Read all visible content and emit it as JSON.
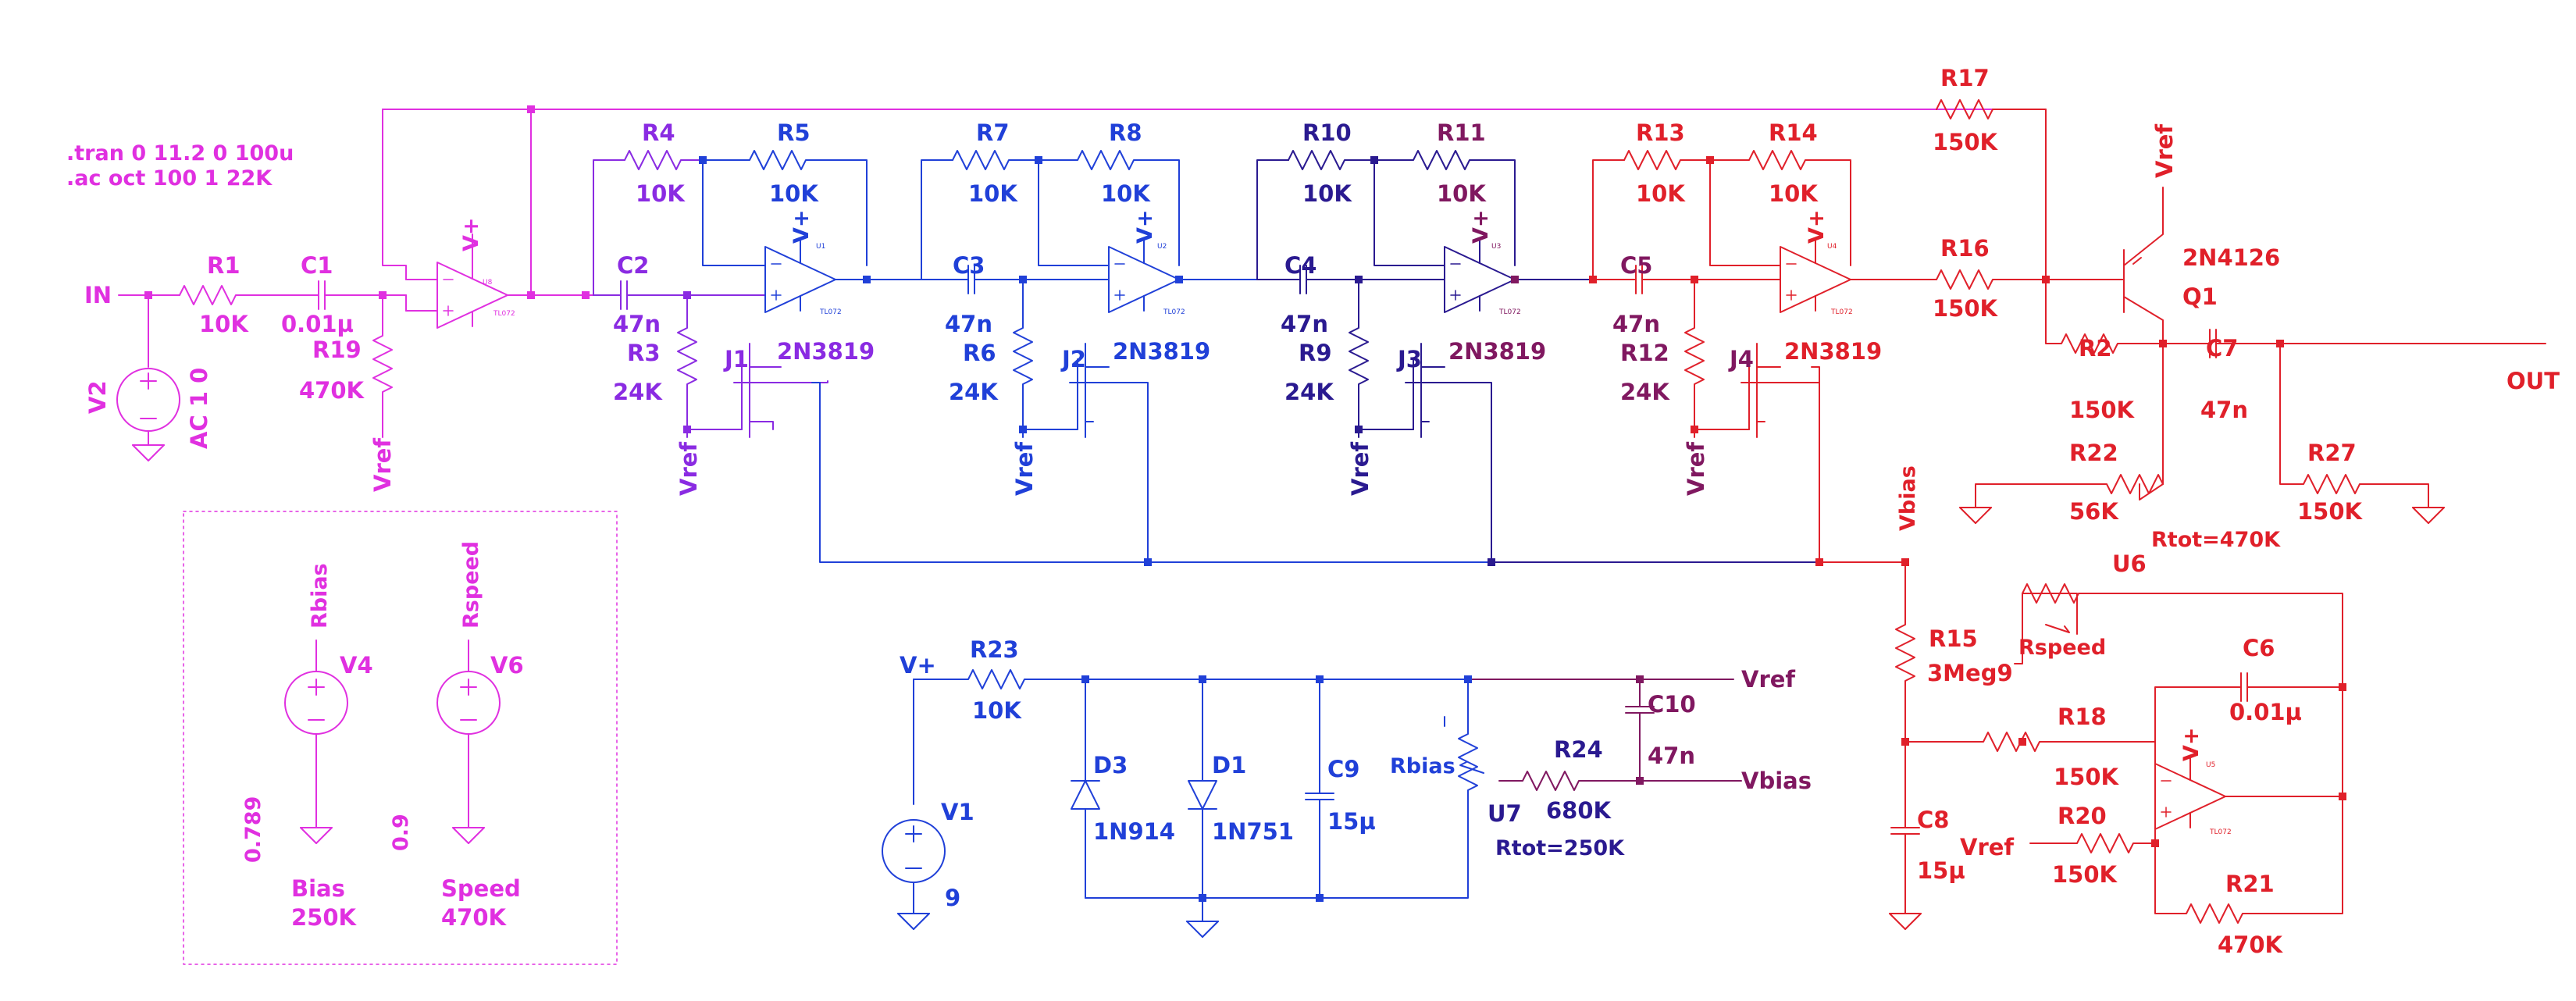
{
  "directives": [
    ".tran 0 11.2 0 100u",
    ".ac oct 100 1 22K"
  ],
  "colors": {
    "magenta": "#e030e0",
    "violet": "#8a2be2",
    "blue": "#2040d8",
    "indigo": "#2a1a90",
    "plum": "#801860",
    "red": "#e0202a",
    "rose": "#c81a40"
  },
  "nets": {
    "in": "IN",
    "out": "OUT",
    "vref": "Vref",
    "vbias": "Vbias",
    "vplus": "V+",
    "rbias": "Rbias",
    "rspeed": "Rspeed"
  },
  "input": {
    "r1": {
      "ref": "R1",
      "value": "10K"
    },
    "c1": {
      "ref": "C1",
      "value": "0.01µ"
    },
    "r19": {
      "ref": "R19",
      "value": "470K"
    },
    "v2": {
      "ref": "V2",
      "value": "AC 1 0"
    },
    "opamp": {
      "supply": "V+",
      "ref": "U8",
      "model": "TL072"
    }
  },
  "stages": [
    {
      "ra": {
        "ref": "R4",
        "value": "10K"
      },
      "rb": {
        "ref": "R5",
        "value": "10K"
      },
      "c": {
        "ref": "C2",
        "value": "47n"
      },
      "rg": {
        "ref": "R3",
        "value": "24K"
      },
      "jfet": {
        "ref": "J1",
        "model": "2N3819"
      },
      "opamp": {
        "supply": "V+",
        "ref": "U1",
        "model": "TL072"
      }
    },
    {
      "ra": {
        "ref": "R7",
        "value": "10K"
      },
      "rb": {
        "ref": "R8",
        "value": "10K"
      },
      "c": {
        "ref": "C3",
        "value": "47n"
      },
      "rg": {
        "ref": "R6",
        "value": "24K"
      },
      "jfet": {
        "ref": "J2",
        "model": "2N3819"
      },
      "opamp": {
        "supply": "V+",
        "ref": "U2",
        "model": "TL072"
      }
    },
    {
      "ra": {
        "ref": "R10",
        "value": "10K"
      },
      "rb": {
        "ref": "R11",
        "value": "10K"
      },
      "c": {
        "ref": "C4",
        "value": "47n"
      },
      "rg": {
        "ref": "R9",
        "value": "24K"
      },
      "jfet": {
        "ref": "J3",
        "model": "2N3819"
      },
      "opamp": {
        "supply": "V+",
        "ref": "U3",
        "model": "TL072"
      }
    },
    {
      "ra": {
        "ref": "R13",
        "value": "10K"
      },
      "rb": {
        "ref": "R14",
        "value": "10K"
      },
      "c": {
        "ref": "C5",
        "value": "47n"
      },
      "rg": {
        "ref": "R12",
        "value": "24K"
      },
      "jfet": {
        "ref": "J4",
        "model": "2N3819"
      },
      "opamp": {
        "supply": "V+",
        "ref": "U4",
        "model": "TL072"
      }
    }
  ],
  "output": {
    "r17": {
      "ref": "R17",
      "value": "150K"
    },
    "r16": {
      "ref": "R16",
      "value": "150K"
    },
    "q1": {
      "ref": "Q1",
      "model": "2N4126"
    },
    "r2": {
      "ref": "R2",
      "value": "150K"
    },
    "c7": {
      "ref": "C7",
      "value": "47n"
    },
    "r22": {
      "ref": "R22",
      "value": "56K"
    },
    "r27": {
      "ref": "R27",
      "value": "150K"
    }
  },
  "lfo": {
    "r15": {
      "ref": "R15",
      "value": "3Meg9"
    },
    "u6": {
      "ref": "U6",
      "rtot": "Rtot=470K",
      "wiper": "Rspeed"
    },
    "c6": {
      "ref": "C6",
      "value": "0.01µ"
    },
    "r18": {
      "ref": "R18",
      "value": "150K"
    },
    "r20": {
      "ref": "R20",
      "value": "150K"
    },
    "r21": {
      "ref": "R21",
      "value": "470K"
    },
    "c8": {
      "ref": "C8",
      "value": "15µ"
    },
    "opamp": {
      "supply": "V+",
      "ref": "U5",
      "model": "TL072"
    }
  },
  "supply": {
    "r23": {
      "ref": "R23",
      "value": "10K"
    },
    "d3": {
      "ref": "D3",
      "model": "1N914"
    },
    "d1": {
      "ref": "D1",
      "model": "1N751"
    },
    "c9": {
      "ref": "C9",
      "value": "15µ"
    },
    "u7": {
      "ref": "U7",
      "rtot": "Rtot=250K",
      "wiper": "Rbias"
    },
    "r24": {
      "ref": "R24",
      "value": "680K"
    },
    "c10": {
      "ref": "C10",
      "value": "47n"
    },
    "v1": {
      "ref": "V1",
      "value": "9"
    }
  },
  "controls": {
    "v4": {
      "ref": "V4",
      "net": "Rbias",
      "value": "0.789",
      "label": "Bias",
      "range": "250K"
    },
    "v6": {
      "ref": "V6",
      "net": "Rspeed",
      "value": "0.9",
      "label": "Speed",
      "range": "470K"
    }
  }
}
